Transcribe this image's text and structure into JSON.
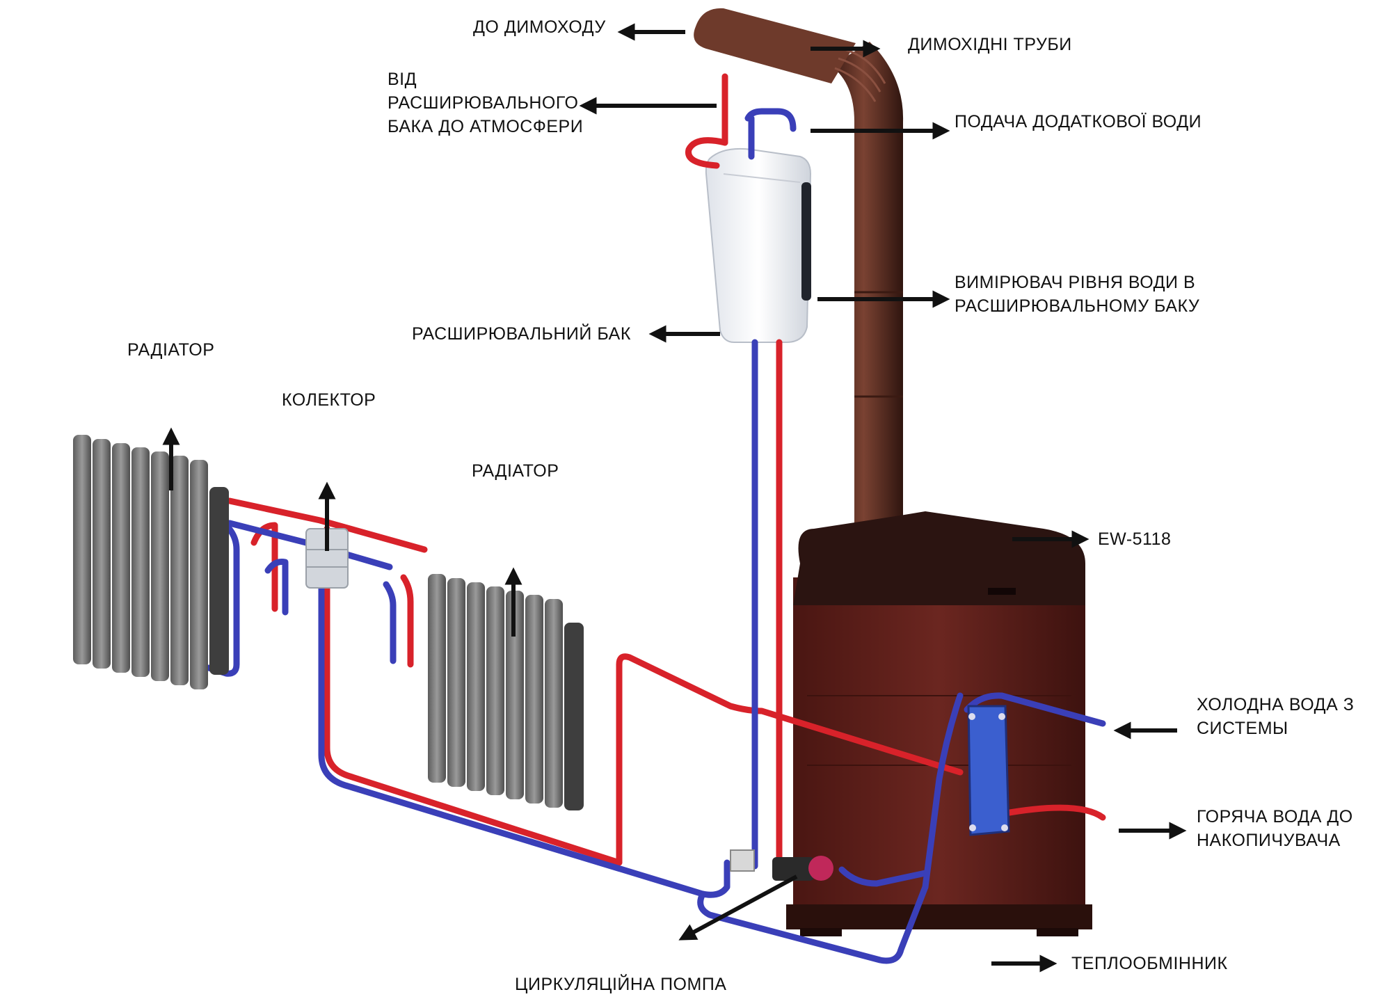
{
  "labels": {
    "to_chimney": "ДО ДИМОХОДУ",
    "chimney_pipes": "ДИМОХІДНІ ТРУБИ",
    "vent_line1": "ВІД",
    "vent_line2": "РАСШИРЮВАЛЬНОГО",
    "vent_line3": "БАКА ДО АТМОСФЕРИ",
    "extra_water": "ПОДАЧА ДОДАТКОВОЇ ВОДИ",
    "level_line1": "ВИМІРЮВАЧ РІВНЯ ВОДИ В",
    "level_line2": "РАСШИРЮВАЛЬНОМУ БАКУ",
    "expansion_tank": "РАСШИРЮВАЛЬНИЙ БАК",
    "radiator_left": "РАДІАТОР",
    "collector": "КОЛЕКТОР",
    "radiator_right": "РАДІАТОР",
    "model": "EW-5118",
    "cold_line1": "ХОЛОДНА ВОДА З",
    "cold_line2": "СИСТЕМЫ",
    "hot_line1": "ГОРЯЧА ВОДА ДО",
    "hot_line2": "НАКОПИЧУВАЧА",
    "heat_exchanger": "ТЕПЛООБМІННИК",
    "pump": "ЦИРКУЛЯЦІЙНА ПОМПА"
  },
  "colors": {
    "hot_pipe": "#d8222a",
    "cold_pipe": "#3a3fb8",
    "chimney": "#5a2e22",
    "stove_body": "#5e1f1a",
    "stove_top": "#2a1210",
    "radiator": "#7d7d7d",
    "tank": "#f2f4f8",
    "exchanger": "#3b5fcf",
    "arrow": "#111111"
  }
}
